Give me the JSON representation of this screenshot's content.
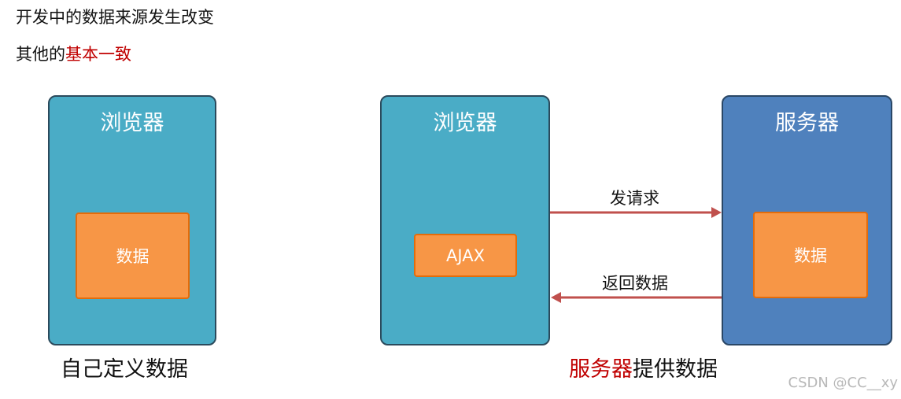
{
  "notes": {
    "line1": "开发中的数据来源发生改变",
    "line2_prefix": "其他的",
    "line2_highlight": "基本一致"
  },
  "left_panel": {
    "browser_title": "浏览器",
    "data_label": "数据",
    "caption": "自己定义数据"
  },
  "right_panel": {
    "browser_title": "浏览器",
    "ajax_label": "AJAX",
    "server_title": "服务器",
    "server_data_label": "数据",
    "request_label": "发请求",
    "response_label": "返回数据",
    "caption_highlight": "服务器",
    "caption_rest": "提供数据"
  },
  "watermark": "CSDN @CC__xy",
  "colors": {
    "browser_fill": "#4aacc6",
    "server_fill": "#4f81bd",
    "data_fill": "#f79646",
    "arrow": "#c0504d",
    "highlight_text": "#c00000"
  }
}
